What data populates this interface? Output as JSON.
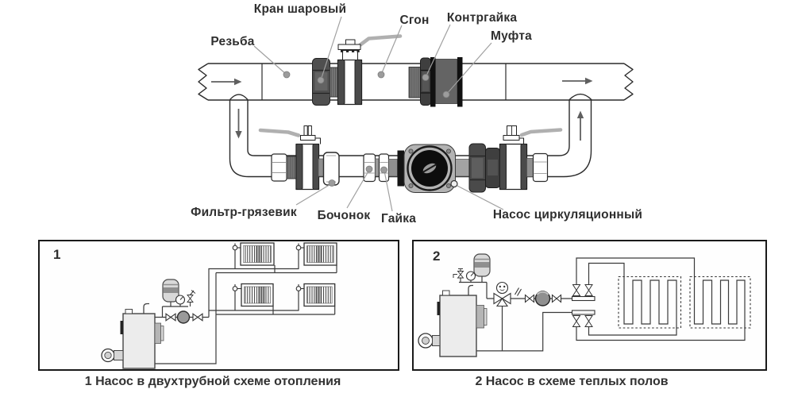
{
  "top_diagram": {
    "labels": {
      "thread": "Резьба",
      "ball_valve": "Кран шаровый",
      "nipple": "Сгон",
      "locknut": "Контргайка",
      "coupling": "Муфта",
      "strainer": "Фильтр-грязевик",
      "barrel": "Бочонок",
      "nut": "Гайка",
      "circulation_pump": "Насос циркуляционный"
    }
  },
  "schemes": [
    {
      "number": "1",
      "caption": "1 Насос в двухтрубной схеме отопления"
    },
    {
      "number": "2",
      "caption": "2 Насос в схеме теплых полов"
    }
  ],
  "colors": {
    "background": "#ffffff",
    "pipe_line": "#2b2b2b",
    "label_text": "#2f2f2f",
    "leader_line": "#a0a0a0",
    "leader_dot": "#9c9c9c",
    "valve_handle": "#b0b0b0",
    "dark_fitting": "#4a4a4a",
    "coupling_body": "#646464",
    "pump_body": "#b3b3b3",
    "pump_disc": "#0d0d0d",
    "boiler_fill": "#ececec",
    "scheme_line": "#3a3a3a",
    "box_border": "#1a1a1a"
  }
}
